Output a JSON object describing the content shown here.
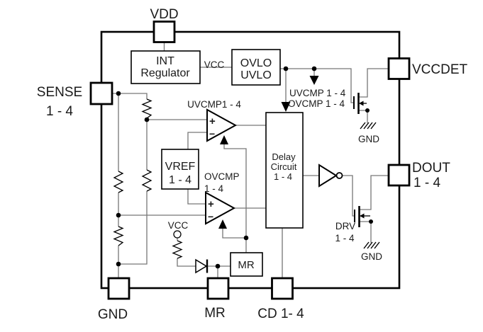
{
  "diagram": {
    "title_hint": "voltage-detector-functional-block-diagram",
    "pins": {
      "vdd": "VDD",
      "sense_line1": "SENSE",
      "sense_line2": "1 - 4",
      "vccdet": "VCCDET",
      "dout_line1": "DOUT",
      "dout_line2": "1 - 4",
      "gnd": "GND",
      "mr": "MR",
      "cd": "CD 1- 4"
    },
    "blocks": {
      "int_reg_line1": "INT",
      "int_reg_line2": "Regulator",
      "ovlo_line1": "OVLO",
      "ovlo_line2": "UVLO",
      "vref_line1": "VREF",
      "vref_line2": "1 - 4",
      "delay_line1": "Delay",
      "delay_line2": "Circuit",
      "delay_line3": "1 - 4",
      "mr_block": "MR"
    },
    "comparators": {
      "uvcmp_title": "UVCMP1 - 4",
      "ovcmp_title_line1": "OVCMP",
      "ovcmp_title_line2": "1 - 4",
      "plus": "+",
      "minus": "−"
    },
    "signals": {
      "vcc_rail": "VCC",
      "vcc_pullup": "VCC",
      "uvcmp_signal": "UVCMP 1 - 4",
      "ovcmp_signal": "OVCMP 1 - 4",
      "drv_line1": "DRV",
      "drv_line2": "1 - 4",
      "gnd_fet_top": "GND",
      "gnd_fet_bottom": "GND"
    },
    "colors": {
      "wire": "#777777",
      "outline": "#000000",
      "text": "#1a1a1a",
      "background": "#ffffff"
    }
  }
}
